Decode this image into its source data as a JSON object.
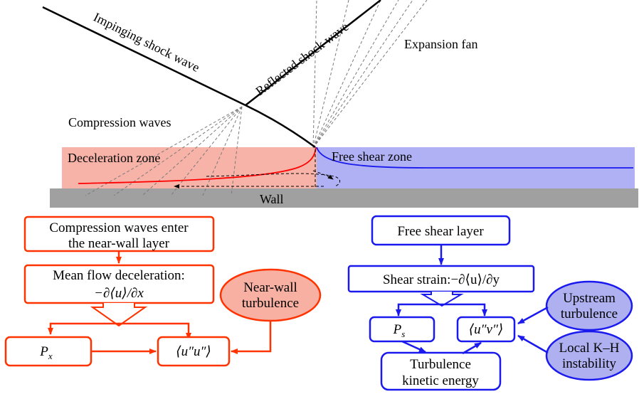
{
  "labels": {
    "impinging_shock": "Impinging shock wave",
    "reflected_shock": "Reflected shock wave",
    "expansion_fan": "Expansion fan",
    "compression_waves": "Compression waves",
    "deceleration_zone": "Deceleration zone",
    "free_shear_zone": "Free shear zone",
    "wall": "Wall"
  },
  "left_flow": {
    "box1_line1": "Compression waves enter",
    "box1_line2": "the near-wall layer",
    "box2_line1": "Mean flow deceleration:",
    "box2_line2": "−∂⟨u⟩/∂x",
    "ellipse_line1": "Near-wall",
    "ellipse_line2": "turbulence",
    "px_base": "P",
    "px_sub": "x",
    "stress": "⟨u″u″⟩"
  },
  "right_flow": {
    "box1": "Free shear layer",
    "box2": "Shear strain:−∂⟨u⟩/∂y",
    "ps_base": "P",
    "ps_sub": "s",
    "stress": "⟨u″v″⟩",
    "tke_line1": "Turbulence",
    "tke_line2": "kinetic energy",
    "ellipse1_line1": "Upstream",
    "ellipse1_line2": "turbulence",
    "ellipse2_line1": "Local K–H",
    "ellipse2_line2": "instability"
  },
  "colors": {
    "red": "#ff3300",
    "blue": "#1a1aee",
    "pink_zone": "#f7b3a8",
    "blue_zone": "#b0b0f4",
    "ellipse_red": "#f7b0a2",
    "ellipse_blue": "#aeb0f0",
    "wall": "#a0a0a0"
  }
}
